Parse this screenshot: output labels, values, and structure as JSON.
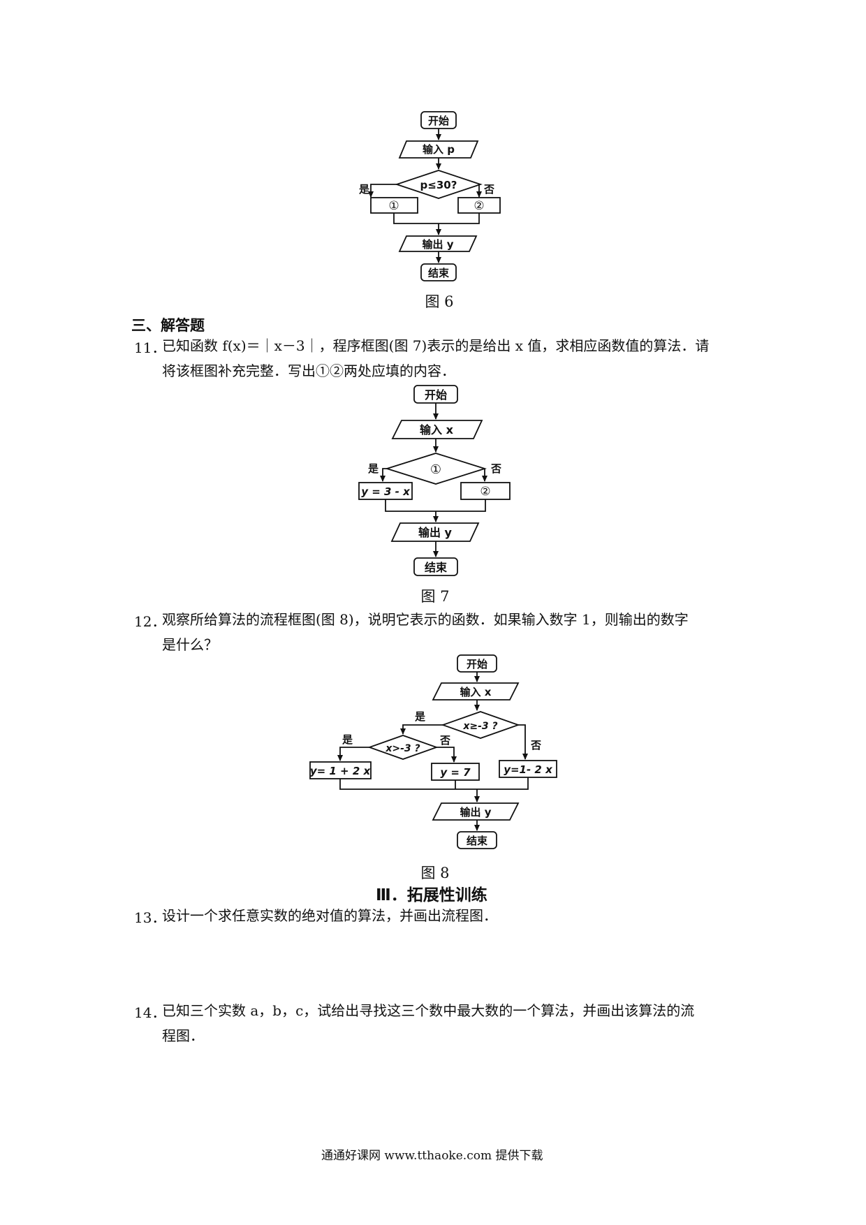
{
  "fig6": {
    "start": "开始",
    "input": "输入 p",
    "condition": "p≤30?",
    "yes": "是",
    "no": "否",
    "box1": "①",
    "box2": "②",
    "output": "输出 y",
    "end": "结束",
    "caption": "图 6"
  },
  "section3": {
    "title": "三、解答题"
  },
  "q11": {
    "number": "11．",
    "line1": "已知函数 f(x)＝｜x－3｜，程序框图(图 7)表示的是给出 x 值，求相应函数值的算法．请",
    "line2": "将该框图补充完整．写出①②两处应填的内容．"
  },
  "fig7": {
    "start": "开始",
    "input": "输入 x",
    "condition": "①",
    "yes": "是",
    "no": "否",
    "box_yes": "y = 3 - x",
    "box_no": "②",
    "output": "输出 y",
    "end": "结束",
    "caption": "图 7"
  },
  "q12": {
    "number": "12．",
    "line1": "观察所给算法的流程框图(图 8)，说明它表示的函数．如果输入数字 1，则输出的数字",
    "line2": "是什么？"
  },
  "fig8": {
    "start": "开始",
    "input": "输入 x",
    "cond1": "x≥-3 ?",
    "cond2": "x>-3 ?",
    "yes1": "是",
    "no1": "否",
    "yes2": "是",
    "no2": "否",
    "box_a": "y= 1 + 2 x",
    "box_b": "y = 7",
    "box_c": "y=1- 2 x",
    "output": "输出 y",
    "end": "结束",
    "caption": "图 8"
  },
  "part3": {
    "title": "Ⅲ．拓展性训练"
  },
  "q13": {
    "number": "13．",
    "line1": "设计一个求任意实数的绝对值的算法，并画出流程图．"
  },
  "q14": {
    "number": "14．",
    "line1": "已知三个实数 a，b，c，试给出寻找这三个数中最大数的一个算法，并画出该算法的流",
    "line2": "程图．"
  },
  "footer": {
    "text": "通通好课网  www.tthaoke.com  提供下载"
  }
}
